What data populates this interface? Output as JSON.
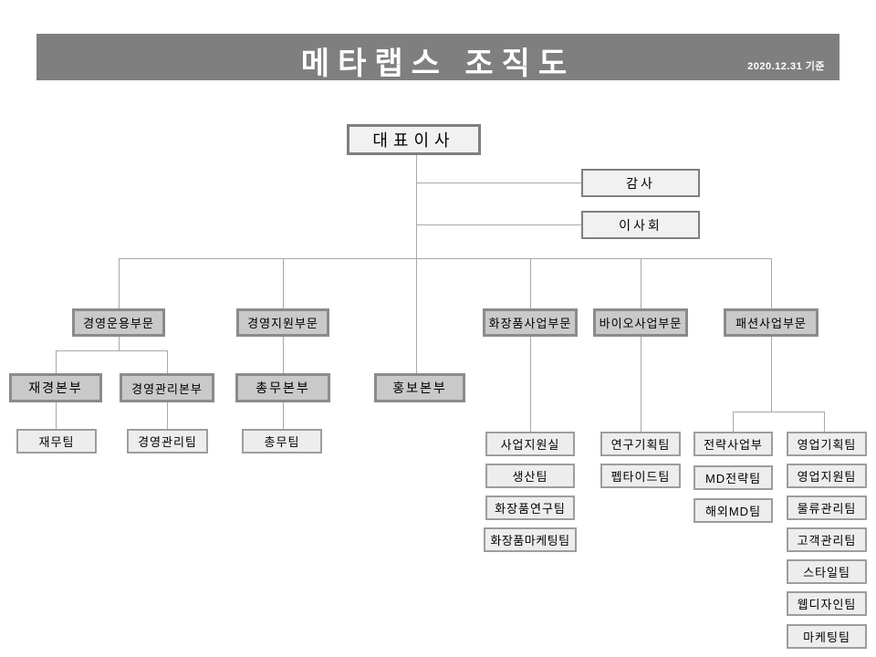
{
  "header": {
    "title": "메타랩스 조직도",
    "date_note": "2020.12.31 기준"
  },
  "colors": {
    "header_bg": "#7f7f7f",
    "header_text": "#ffffff",
    "division_fill": "#c9c9c9",
    "division_border": "#8b8b8b",
    "root_fill": "#f1f1f1",
    "root_border": "#7f7f7f",
    "team_fill": "#ededed",
    "team_border": "#9d9d9d",
    "connector": "#a8a8a8"
  },
  "org": {
    "ceo": "대표이사",
    "staff": [
      "감사",
      "이사회"
    ],
    "pr_hq": "홍보본부",
    "divisions": [
      {
        "label": "경영운용부문",
        "hqs": [
          {
            "label": "재경본부",
            "teams": [
              "재무팀"
            ]
          },
          {
            "label": "경영관리본부",
            "teams": [
              "경영관리팀"
            ]
          }
        ]
      },
      {
        "label": "경영지원부문",
        "hqs": [
          {
            "label": "총무본부",
            "teams": [
              "총무팀"
            ]
          }
        ]
      },
      {
        "label": "화장품사업부문",
        "teams": [
          "사업지원실",
          "생산팀",
          "화장품연구팀",
          "화장품마케팅팀"
        ]
      },
      {
        "label": "바이오사업부문",
        "teams": [
          "연구기획팀",
          "펩타이드팀"
        ]
      },
      {
        "label": "패션사업부문",
        "columns": [
          [
            "전략사업부",
            "MD전략팀",
            "해외MD팀"
          ],
          [
            "영업기획팀",
            "영업지원팀",
            "물류관리팀",
            "고객관리팀",
            "스타일팀",
            "웹디자인팀",
            "마케팅팀"
          ]
        ]
      }
    ]
  }
}
